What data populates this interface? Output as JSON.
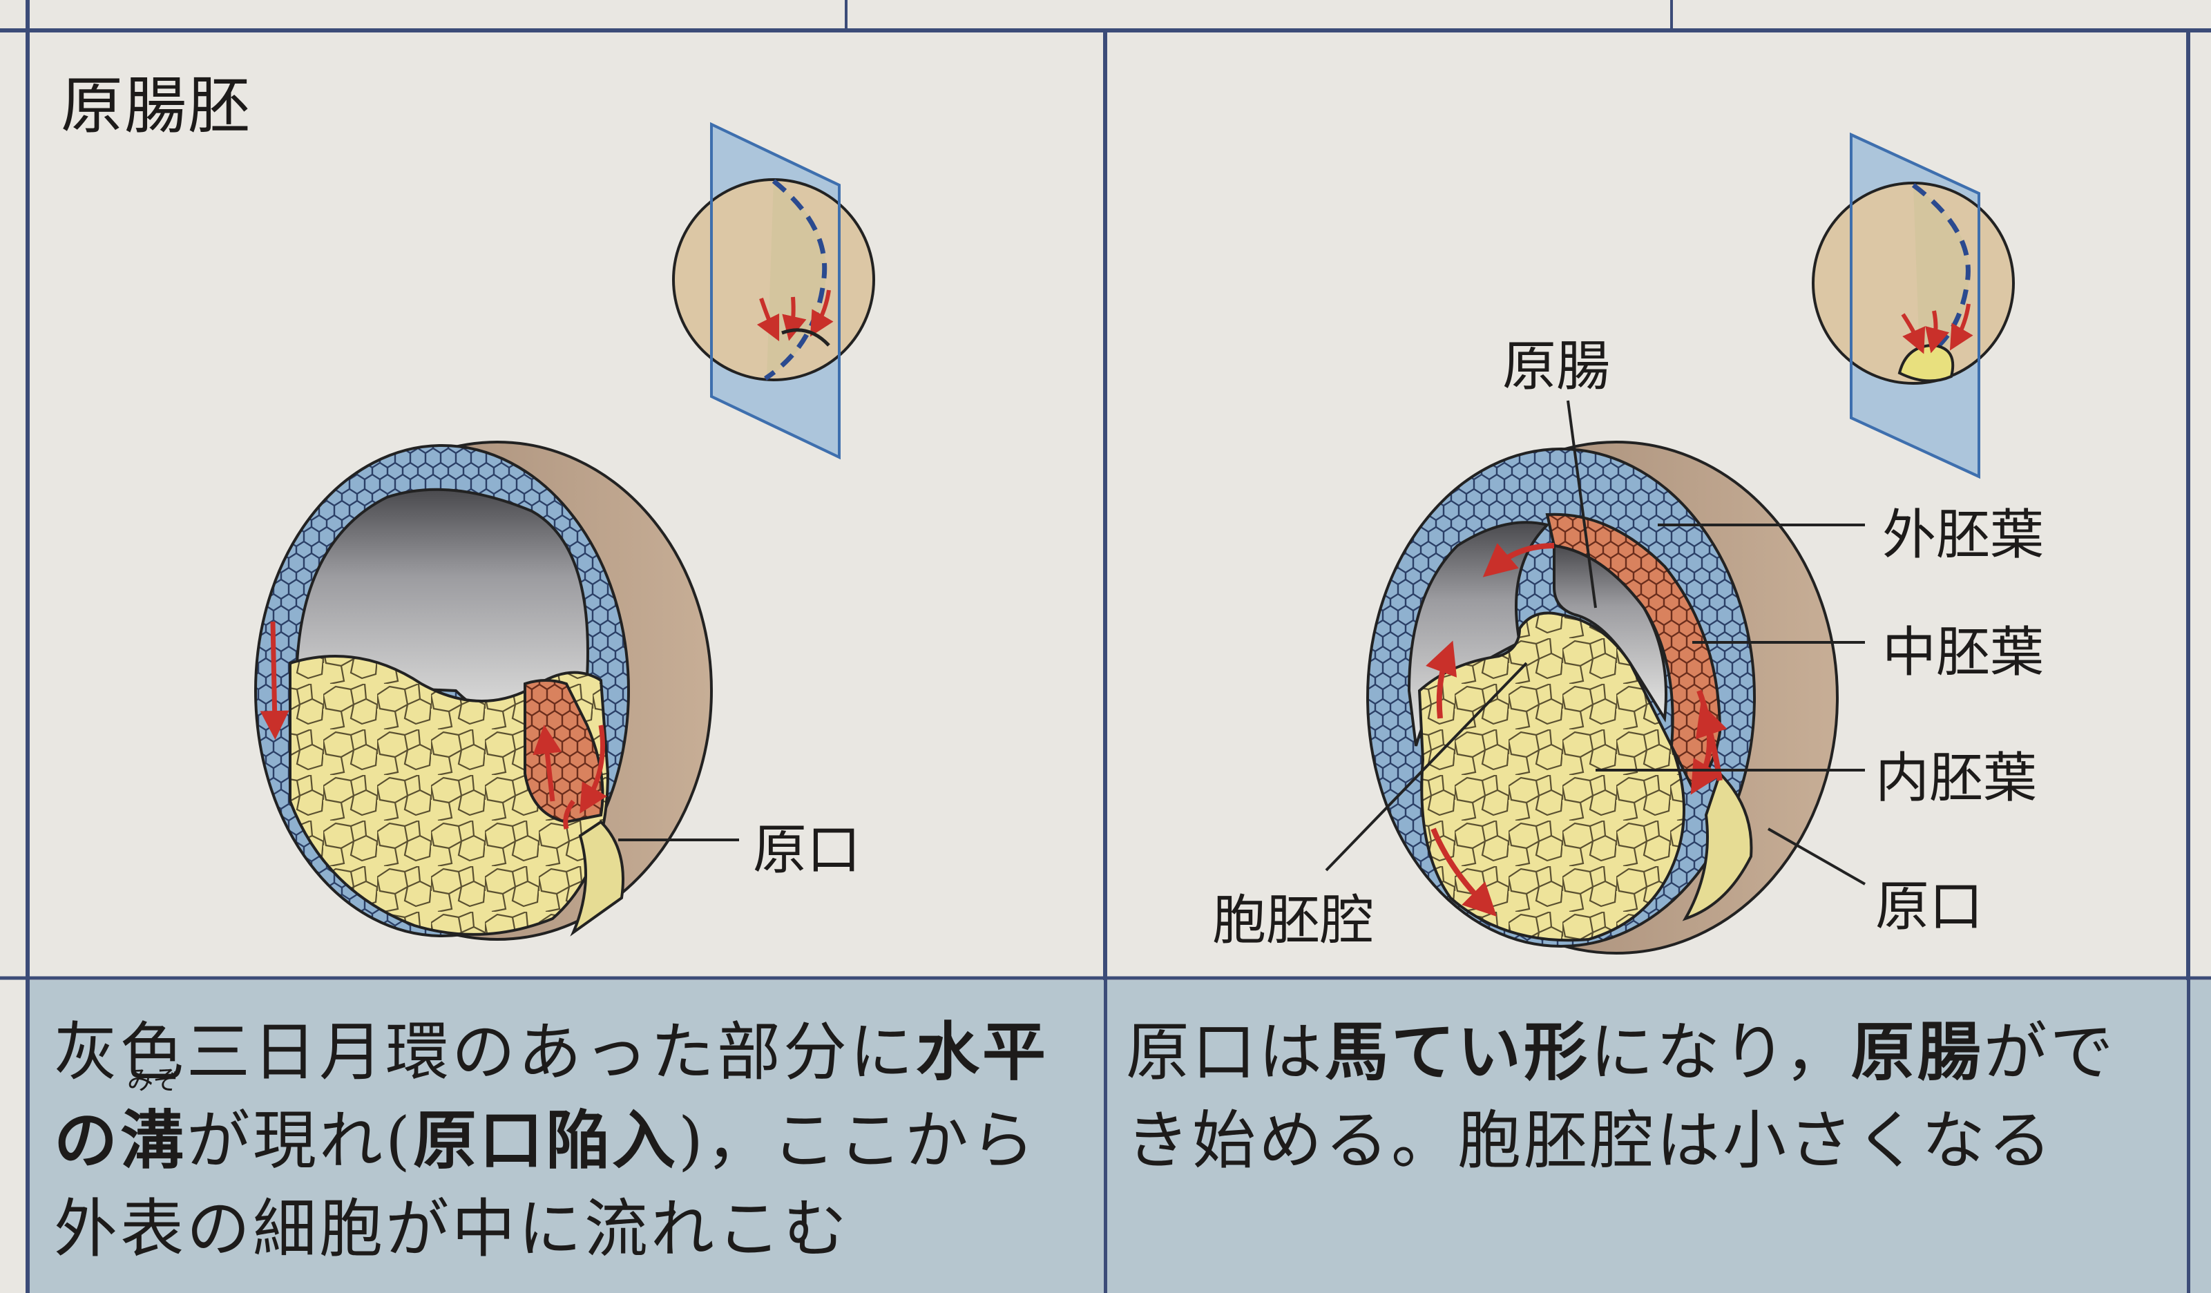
{
  "section_title": "原腸胚",
  "colors": {
    "ectoderm": "#8fb1cf",
    "mesoderm": "#d9825e",
    "endoderm": "#eee39a",
    "outer_shell": "#b79c84",
    "arrow": "#c9302a",
    "plane": "#7aa9d6",
    "caption_bg": "#b6c6cf"
  },
  "left_panel": {
    "labels": {
      "blastopore": "原口"
    },
    "caption": {
      "parts": [
        {
          "text": "灰色三日月環のあった部分に",
          "bold": false
        },
        {
          "text": "水平の",
          "bold": true
        },
        {
          "text": "溝",
          "bold": true,
          "ruby": "みぞ"
        },
        {
          "text": "が現れ(",
          "bold": false
        },
        {
          "text": "原口陥入",
          "bold": true
        },
        {
          "text": ")，ここから外表の細胞が中に流れこむ",
          "bold": false
        }
      ]
    }
  },
  "right_panel": {
    "labels": {
      "archenteron": "原腸",
      "ectoderm": "外胚葉",
      "mesoderm": "中胚葉",
      "endoderm": "内胚葉",
      "blastopore": "原口",
      "blastocoel": "胞胚腔"
    },
    "caption": {
      "parts": [
        {
          "text": "原口は",
          "bold": false
        },
        {
          "text": "馬てい形",
          "bold": true
        },
        {
          "text": "になり，",
          "bold": false
        },
        {
          "text": "原腸",
          "bold": true
        },
        {
          "text": "ができ始める。胞胚腔は小さくなる",
          "bold": false
        }
      ]
    }
  }
}
